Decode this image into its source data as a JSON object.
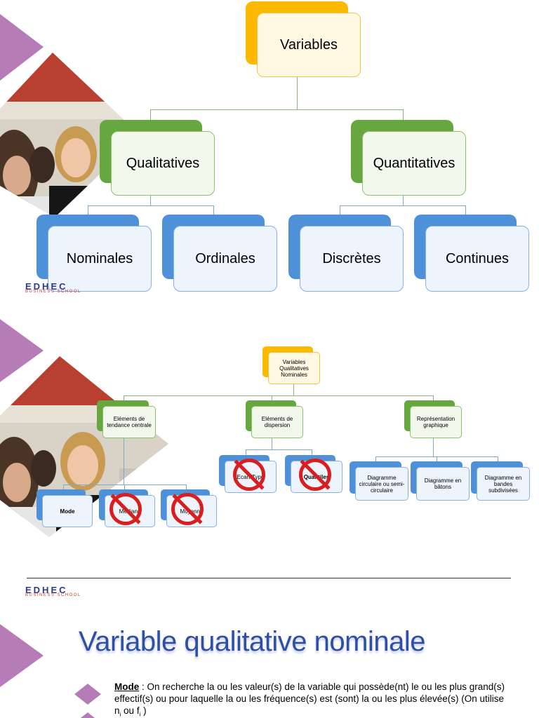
{
  "slide1": {
    "root": "Variables",
    "level1": [
      "Qualitatives",
      "Quantitatives"
    ],
    "level2": [
      "Nominales",
      "Ordinales",
      "Discrètes",
      "Continues"
    ],
    "logo": {
      "name": "EDHEC",
      "sub": "BUSINESS SCHOOL"
    }
  },
  "slide2": {
    "root": "Variables Qualitatives Nominales",
    "groups": [
      {
        "label": "Eléments de tendance centrale",
        "children": [
          "Mode",
          "Mediane",
          "Moyenne"
        ]
      },
      {
        "label": "Eléments de dispersion",
        "children": [
          "Ecart-Type",
          "Quantiles"
        ]
      },
      {
        "label": "Représentation graphique",
        "children": [
          "Diagramme circulaire ou semi-circulaire",
          "Diagramme en bâtons",
          "Diagramme en bandes subdivisées"
        ]
      }
    ],
    "logo": {
      "name": "EDHEC",
      "sub": "BUSINESS SCHOOL"
    }
  },
  "slide3": {
    "title": "Variable qualitative nominale",
    "bullet_term": "Mode",
    "bullet_text": " : On recherche la ou les valeur(s) de la variable qui possède(nt) le ou les plus grand(s) effectif(s) ou pour laquelle la ou  les fréquence(s) est (sont) la ou les plus élevée(s) (On utilise n",
    "sub_i1": "i",
    "bullet_mid": " ou f",
    "sub_i2": "i",
    "bullet_end": " )"
  },
  "colors": {
    "accent_triangle": "#B57CB8",
    "title_blue": "#2E4FA3",
    "no_red": "#D81E1E"
  },
  "icons": [
    "prohibited-icon",
    "edhec-logo-icon",
    "diamond-bullet-icon"
  ]
}
